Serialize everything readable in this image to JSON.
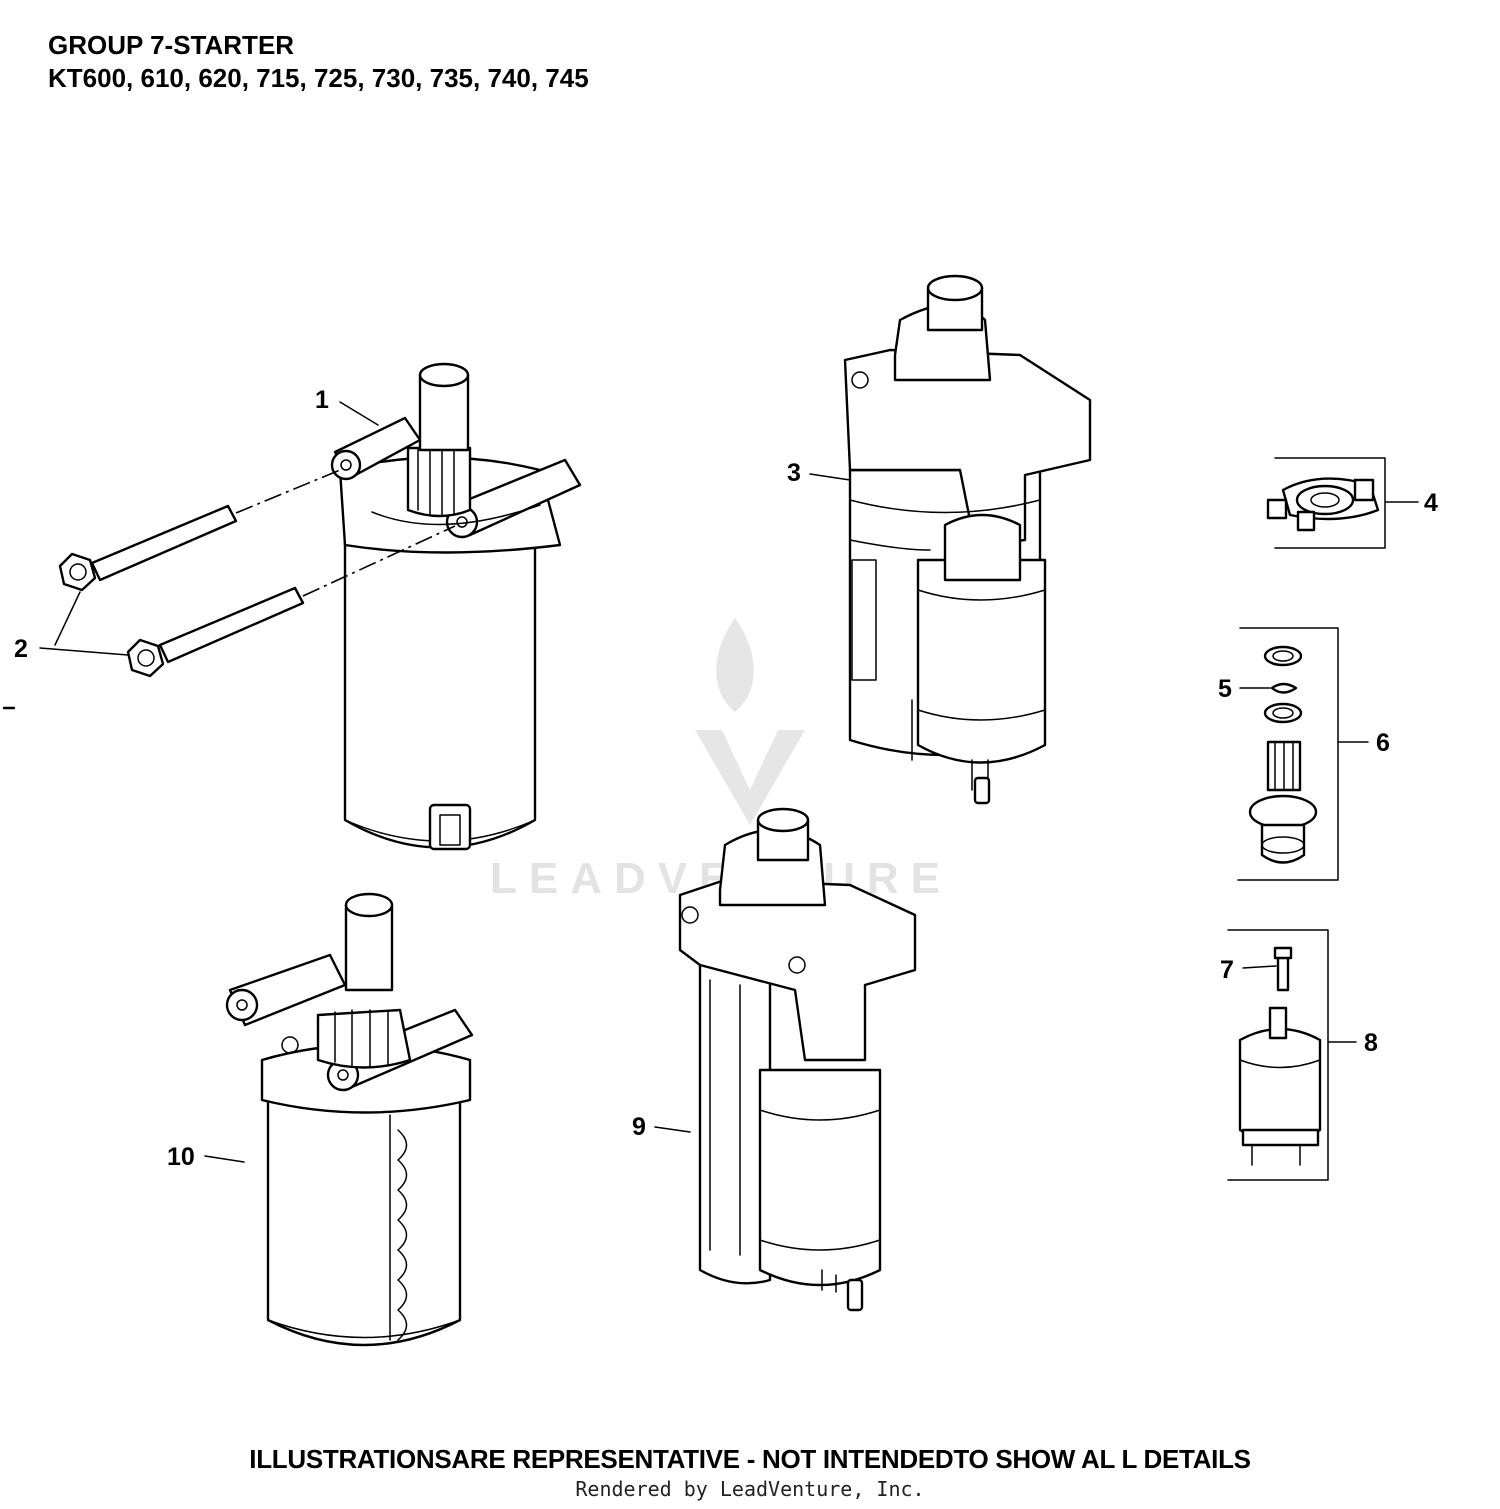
{
  "header": {
    "title": "GROUP 7-STARTER",
    "models": "KT600, 610, 620, 715, 725, 730, 735, 740, 745"
  },
  "callouts": {
    "c1": "1",
    "c2": "2",
    "c3": "3",
    "c4": "4",
    "c5": "5",
    "c6": "6",
    "c7": "7",
    "c8": "8",
    "c9": "9",
    "c10": "10"
  },
  "watermark": {
    "text": "LEADVENTURE"
  },
  "footer": {
    "disclaimer": "ILLUSTRATIONSARE REPRESENTATIVE - NOT INTENDEDTO SHOW AL L DETAILS",
    "rendered_by": "Rendered by LeadVenture, Inc."
  }
}
